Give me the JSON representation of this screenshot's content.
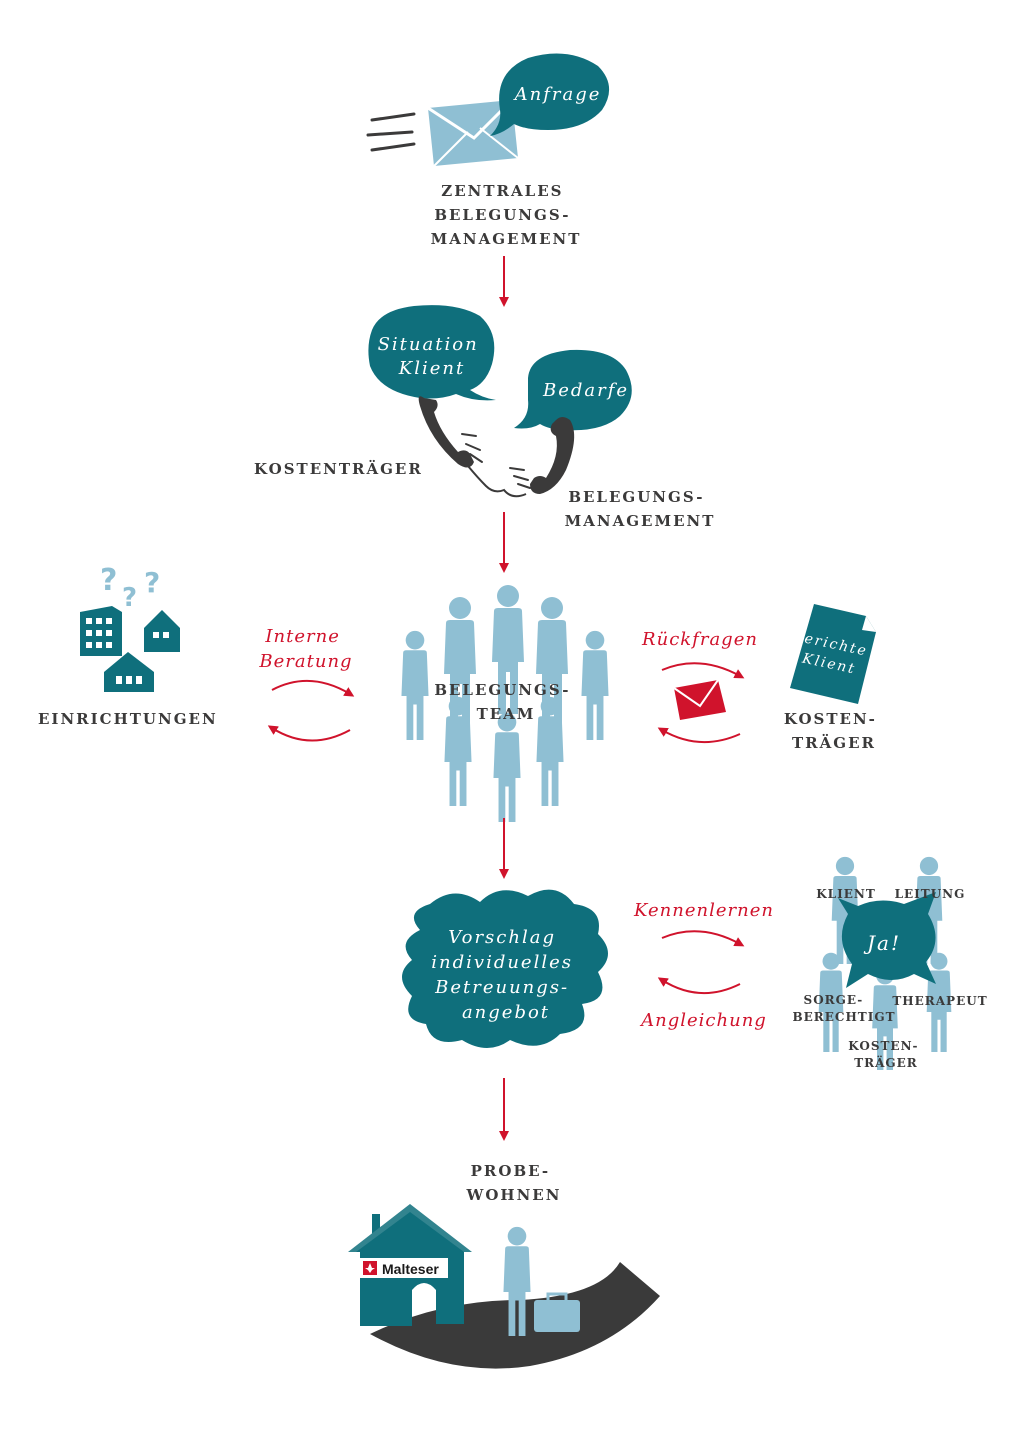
{
  "colors": {
    "teal": "#0f6f7c",
    "light_blue": "#8fbfd3",
    "red": "#d0132c",
    "dark": "#3b3a3a",
    "road": "#3a3a3a"
  },
  "step1": {
    "bubble": "Anfrage",
    "label_lines": [
      "ZENTRALES",
      "BELEGUNGS-",
      "MANAGEMENT"
    ]
  },
  "step2": {
    "bubble_left_lines": [
      "Situation",
      "Klient"
    ],
    "bubble_right": "Bedarfe",
    "label_left": "KOSTENTRÄGER",
    "label_right_lines": [
      "BELEGUNGS-",
      "MANAGEMENT"
    ]
  },
  "step3": {
    "left_label": "EINRICHTUNGEN",
    "left_arrow_lines": [
      "Interne",
      "Beratung"
    ],
    "team_lines": [
      "BELEGUNGS-",
      "TEAM"
    ],
    "right_arrow": "Rückfragen",
    "document_lines": [
      "Berichte",
      "Klient"
    ],
    "right_label_lines": [
      "KOSTEN-",
      "TRÄGER"
    ],
    "question_marks": [
      "?",
      "?",
      "?"
    ]
  },
  "step4": {
    "cloud_lines": [
      "Vorschlag",
      "individuelles",
      "Betreuungs-",
      "angebot"
    ],
    "arrow_top": "Kennenlernen",
    "arrow_bottom": "Angleichung",
    "bubble": "Ja!",
    "people": {
      "klient": "KLIENT",
      "leitung": "LEITUNG",
      "sorge_lines": [
        "SORGE-",
        "BERECHTIGT"
      ],
      "therapeut": "THERAPEUT",
      "kosten_lines": [
        "KOSTEN-",
        "TRÄGER"
      ]
    }
  },
  "step5": {
    "label_lines": [
      "PROBE-",
      "WOHNEN"
    ],
    "brand": "Malteser"
  }
}
